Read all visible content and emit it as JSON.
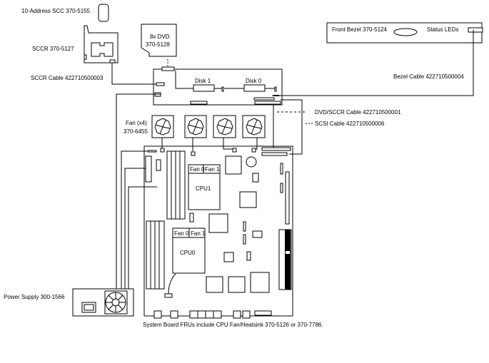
{
  "labels": {
    "scc": "10-Address SCC 370-5155",
    "sccr": "SCCR 370-5127",
    "sccr_cable": "SCCR Cable 422710500003",
    "dvd_line1": "8x DVD",
    "dvd_line2": "370-5128",
    "disk1": "Disk 1",
    "disk0": "Disk 0",
    "fan_line1": "Fan (x4)",
    "fan_line2": "370-6455",
    "front_bezel": "Front Bezel 370-5124",
    "status_leds": "Status LEDs",
    "bezel_cable": "Bezel Cable 422710500004",
    "dvd_sccr_cable": "DVD/SCCR Cable 422710500001",
    "scsi_cable": "SCSI Cable 422710500006",
    "cpu1": "CPU1",
    "cpu0": "CPU0",
    "fan0": "Fan 0",
    "fan1": "Fan 1",
    "power_supply": "Power Supply 300-1566",
    "caption": "System Board FRUs include CPU Fan/Heatsink 370-5126 or 370-7786."
  }
}
